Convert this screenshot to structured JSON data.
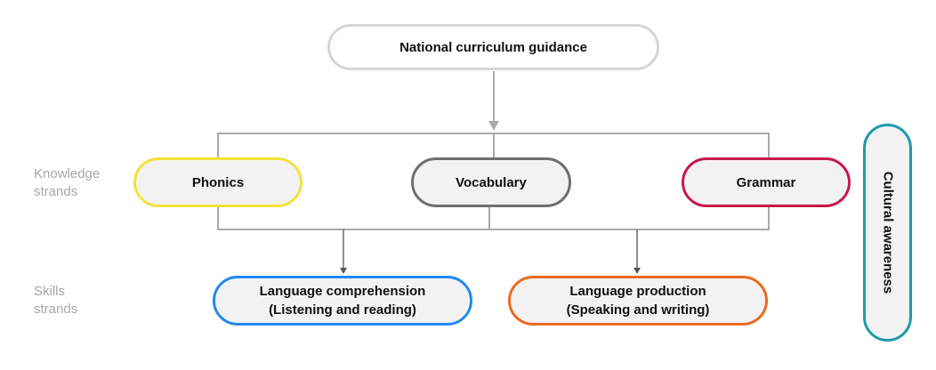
{
  "top": {
    "label": "National curriculum guidance"
  },
  "rows": {
    "knowledge": {
      "line1": "Knowledge",
      "line2": "strands"
    },
    "skills": {
      "line1": "Skills",
      "line2": "strands"
    }
  },
  "knowledge": [
    {
      "label": "Phonics",
      "color": "#f2e33a"
    },
    {
      "label": "Vocabulary",
      "color": "#6e6e6e"
    },
    {
      "label": "Grammar",
      "color": "#c8184c"
    }
  ],
  "skills": [
    {
      "line1": "Language comprehension",
      "line2": "(Listening and reading)",
      "color": "#2389f0"
    },
    {
      "line1": "Language production",
      "line2": "(Speaking and writing)",
      "color": "#ea6a21"
    }
  ],
  "side": {
    "label": "Cultural awareness",
    "color": "#1e9aaa"
  },
  "connector_color": "#a9a9a9"
}
